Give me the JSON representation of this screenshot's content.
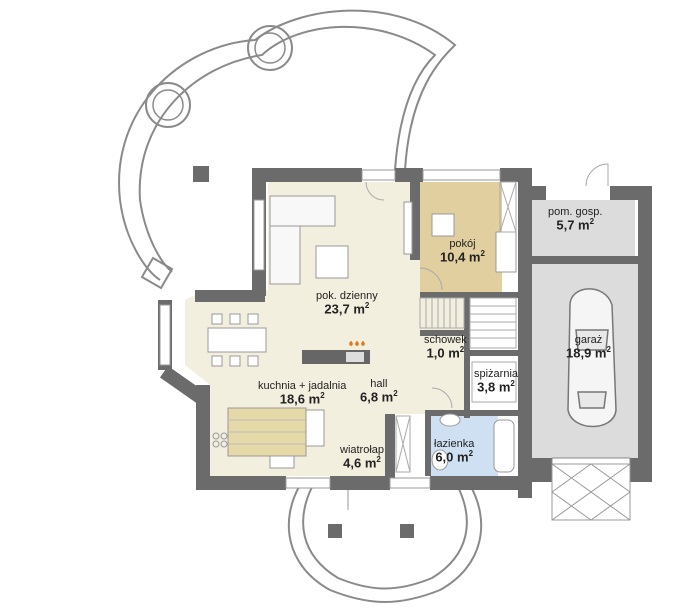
{
  "rooms": [
    {
      "name": "pok. dzienny",
      "area": "23,7 m",
      "unit_sup": "2"
    },
    {
      "name": "pokój",
      "area": "10,4 m",
      "unit_sup": "2"
    },
    {
      "name": "pom. gosp.",
      "area": "5,7 m",
      "unit_sup": "2"
    },
    {
      "name": "garaż",
      "area": "18,9 m",
      "unit_sup": "2"
    },
    {
      "name": "schowek",
      "area": "1,0 m",
      "unit_sup": "2"
    },
    {
      "name": "spiżarnia",
      "area": "3,8 m",
      "unit_sup": "2"
    },
    {
      "name": "kuchnia + jadalnia",
      "area": "18,6 m",
      "unit_sup": "2"
    },
    {
      "name": "hall",
      "area": "6,8 m",
      "unit_sup": "2"
    },
    {
      "name": "wiatrołap",
      "area": "4,6 m",
      "unit_sup": "2"
    },
    {
      "name": "łazienka",
      "area": "6,0 m",
      "unit_sup": "2"
    }
  ],
  "colors": {
    "wall": "#6b6b6b",
    "floor_beige": "#f3efdf",
    "floor_room": "#e2cfa0",
    "floor_bath": "#cfe0f2",
    "floor_garage": "#dcdcdc",
    "pergola": "#8a8a8a"
  }
}
